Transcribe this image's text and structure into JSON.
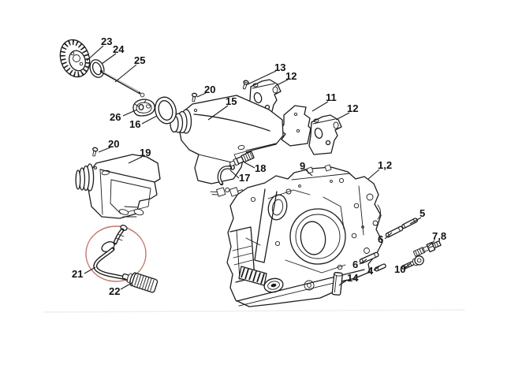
{
  "figure": {
    "type": "exploded-parts-diagram",
    "background": "#ffffff",
    "line_color": "#1c1c1c",
    "label_color": "#111111",
    "highlight_circle_color": "#c4756b"
  },
  "callouts": [
    {
      "part": "23",
      "label": "23"
    },
    {
      "part": "24",
      "label": "24"
    },
    {
      "part": "25",
      "label": "25"
    },
    {
      "part": "26",
      "label": "26"
    },
    {
      "part": "16",
      "label": "16"
    },
    {
      "part": "20-upper",
      "label": "20"
    },
    {
      "part": "15",
      "label": "15"
    },
    {
      "part": "13",
      "label": "13"
    },
    {
      "part": "12-left",
      "label": "12"
    },
    {
      "part": "11",
      "label": "11"
    },
    {
      "part": "12-right",
      "label": "12"
    },
    {
      "part": "20-lower",
      "label": "20"
    },
    {
      "part": "19",
      "label": "19"
    },
    {
      "part": "18",
      "label": "18"
    },
    {
      "part": "17",
      "label": "17"
    },
    {
      "part": "9",
      "label": "9"
    },
    {
      "part": "1-2",
      "label": "1,2"
    },
    {
      "part": "5",
      "label": "5"
    },
    {
      "part": "6-upper",
      "label": "6"
    },
    {
      "part": "7-8",
      "label": "7,8"
    },
    {
      "part": "6-lower",
      "label": "6"
    },
    {
      "part": "4",
      "label": "4"
    },
    {
      "part": "10",
      "label": "10"
    },
    {
      "part": "14",
      "label": "14"
    },
    {
      "part": "21",
      "label": "21"
    },
    {
      "part": "22",
      "label": "22"
    }
  ]
}
